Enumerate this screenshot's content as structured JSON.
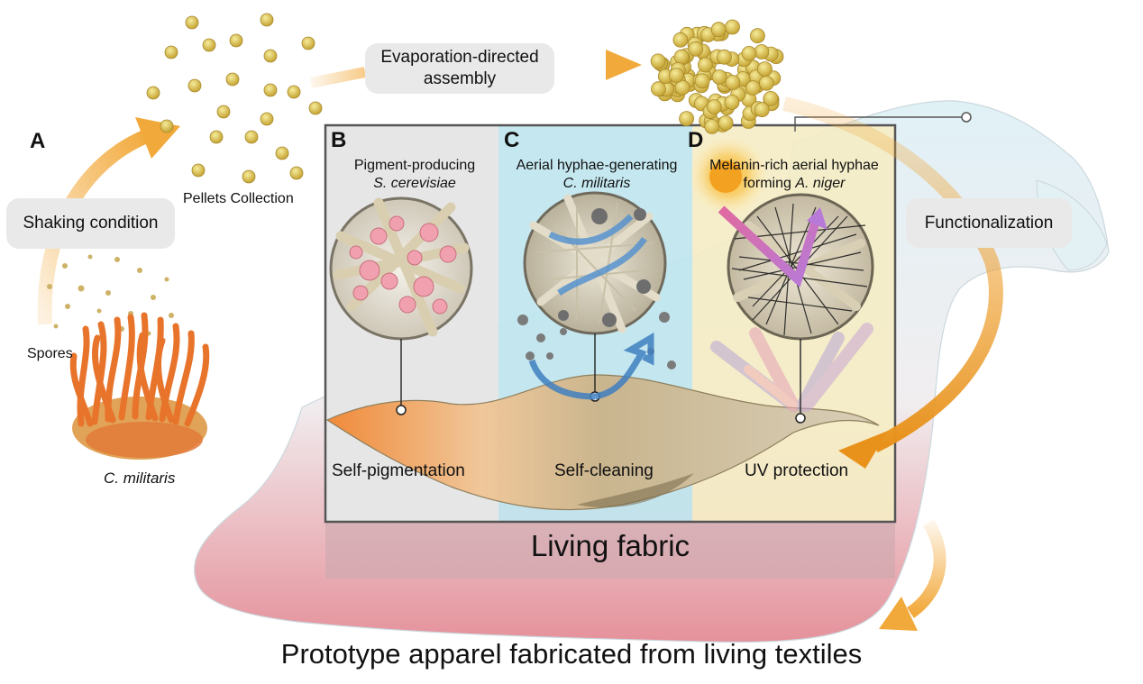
{
  "labels": {
    "panel_a": "A",
    "panel_b": "B",
    "panel_c": "C",
    "panel_d": "D",
    "shaking_condition": "Shaking condition",
    "spores": "Spores",
    "organism": "C. militaris",
    "pellets_collection": "Pellets Collection",
    "evaporation_line1": "Evaporation-directed",
    "evaporation_line2": "assembly",
    "functionalization": "Functionalization",
    "b_line1": "Pigment-producing",
    "b_line2": "S. cerevisiae",
    "c_line1": "Aerial hyphae-generating",
    "c_line2": "C. militaris",
    "d_line1": "Melanin-rich aerial hyphae",
    "d_line2_prefix": "forming ",
    "d_line2_species": "A. niger",
    "self_pigmentation": "Self-pigmentation",
    "self_cleaning": "Self-cleaning",
    "uv_protection": "UV protection",
    "living_fabric": "Living fabric",
    "bottom_caption": "Prototype apparel fabricated from living textiles"
  },
  "colors": {
    "arrow_orange": "#f2a93b",
    "panel_b_bg": "#e6e6e6",
    "panel_c_bg": "#bfe6ee",
    "panel_d_bg": "#f5ecc4",
    "pellet": "#d9c35a",
    "fungus": "#e8742c",
    "apparel_top": "#dff1f6",
    "apparel_bottom": "#e48c96"
  }
}
